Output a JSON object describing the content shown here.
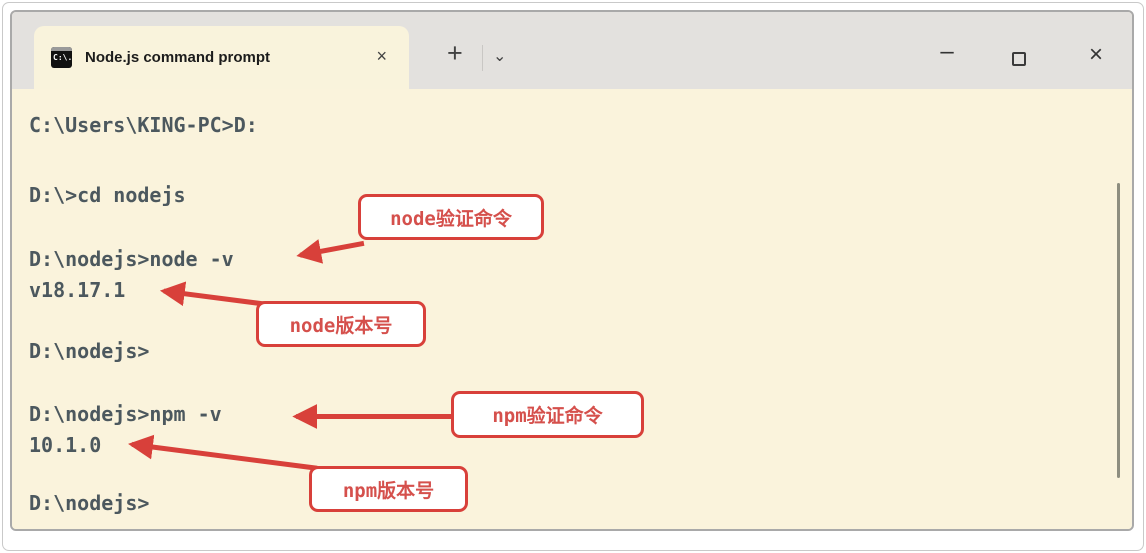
{
  "tab": {
    "title": "Node.js command prompt",
    "close_glyph": "×",
    "new_tab_glyph": "+",
    "dropdown_glyph": "⌄",
    "icon_glyph": "C:\\."
  },
  "window": {
    "controls": {
      "minimize": "–",
      "close": "×"
    }
  },
  "terminal": {
    "lines": [
      "C:\\Users\\KING-PC>D:",
      "D:\\>cd nodejs",
      "D:\\nodejs>node -v",
      "v18.17.1",
      "D:\\nodejs>",
      "D:\\nodejs>npm -v",
      "10.1.0",
      "D:\\nodejs>"
    ]
  },
  "annotations": [
    {
      "label": "node验证命令"
    },
    {
      "label": "node版本号"
    },
    {
      "label": "npm验证命令"
    },
    {
      "label": "npm版本号"
    }
  ],
  "colors": {
    "terminal_bg": "#faf3dc",
    "titlebar_bg": "#e3e1de",
    "terminal_text": "#4c585e",
    "annotation_red": "#d8403a"
  }
}
